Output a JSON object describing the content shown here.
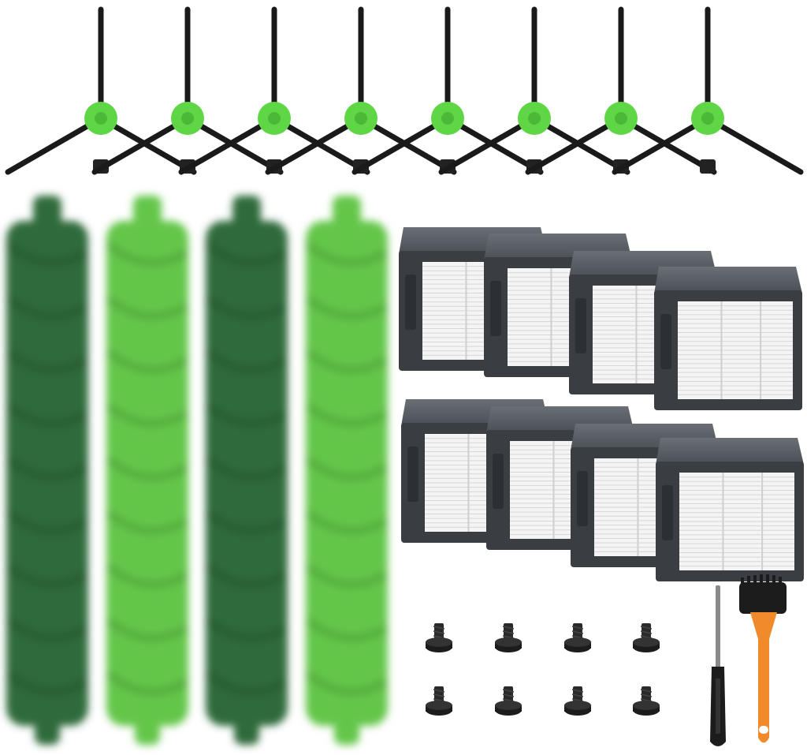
{
  "scene": {
    "background": "#ffffff",
    "items": {
      "side_brushes": {
        "count": 8,
        "hub_color": "#5fd646",
        "arm_color": "#1a1a1a"
      },
      "roller_brushes": {
        "count": 4,
        "colors": [
          "#2f6a3a",
          "#63c64a",
          "#2f6a3a",
          "#63c64a"
        ]
      },
      "hepa_filters": {
        "count": 8,
        "frame_color": "#3a3d42",
        "top_color": "#5a5f66",
        "media_color": "#f4f4f4"
      },
      "screws": {
        "count": 8,
        "color": "#1c1c1c"
      },
      "screwdriver": {
        "count": 1,
        "handle_color": "#1c1c1c",
        "shaft_color": "#8a8a8a"
      },
      "cleaning_brush": {
        "count": 1,
        "handle_color": "#f08a2a",
        "bristle_color": "#1c1c1c"
      }
    }
  }
}
